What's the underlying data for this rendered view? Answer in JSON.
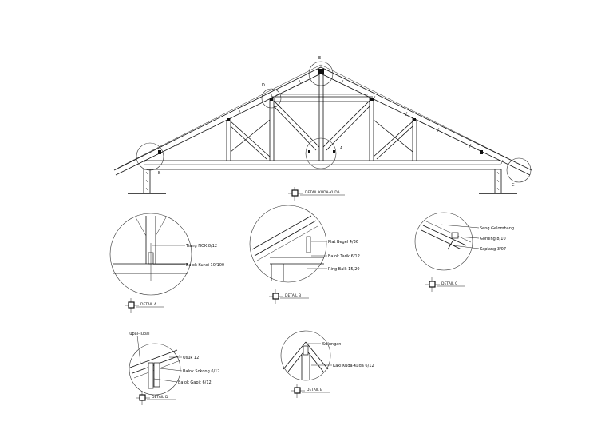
{
  "main_view": {
    "title": "DETAIL KUDA-KUDA",
    "markers": {
      "a": "A",
      "b": "B",
      "c": "C",
      "d": "D",
      "e": "E"
    }
  },
  "detail_a": {
    "title": "DETAIL A",
    "labels": [
      "Tiang NOK 8/12",
      "Balok Kunci 10/100"
    ]
  },
  "detail_b": {
    "title": "DETAIL B",
    "labels": [
      "Plat Begel 4/36",
      "Balok Tarik 6/12",
      "Ring Balk 15/20"
    ]
  },
  "detail_c": {
    "title": "DETAIL C",
    "labels": [
      "Seng Gelombang",
      "Gording 8/10",
      "Kaplang 3/07"
    ]
  },
  "detail_d": {
    "title": "DETAIL D",
    "labels": [
      "Tupai-Tupai",
      "Usuk 12",
      "Balok Sokong 6/12",
      "Balok Gapit 6/12"
    ]
  },
  "detail_e": {
    "title": "DETAIL E",
    "labels": [
      "Sulungan",
      "Kaki Kuda-Kuda 6/12"
    ]
  }
}
